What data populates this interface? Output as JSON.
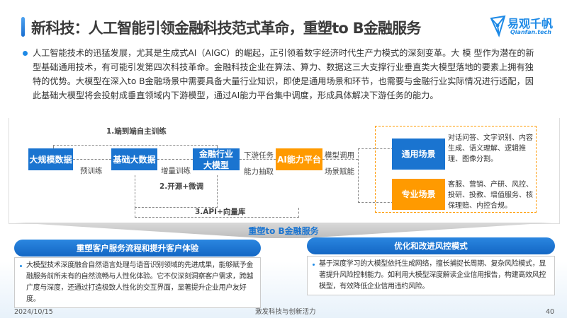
{
  "header": {
    "title": "新科技：人工智能引领金融科技范式革命，重塑to B金融服务",
    "logo_cn": "易观千帆",
    "logo_en": "Qianfan.tech"
  },
  "intro": "人工智能技术的迅猛发展，尤其是生成式AI（AIGC）的崛起，正引领着数字经济时代生产力模式的深刻变革。大 模 型作为潜在的新型基础通用技术，有可能引发第四次科技革命。金融科技企业在算法、算力、数据这三大支撑行业垂直类大模型落地的要素上拥有独特的优势。大模型在深入to  B金融场景中需要具备大量行业知识，即使是通用场景和环节，也需要与金融行业实际情况进行适配，因此基础大模型将会投射成垂直领域内下游模型，通过AI能力平台集中调度，形成具体解决下游任务的能力。",
  "diagram": {
    "nodes": {
      "data": "大规模数据",
      "base": "基础大数据",
      "fin": "金融行业大模型",
      "ai": "AI能力平台",
      "general": "通用场景",
      "special": "专业场景"
    },
    "edges": {
      "pretrain": "预训练",
      "incr": "增量训练",
      "down1": "下游任务",
      "down2": "能力抽取",
      "call1": "模型调用",
      "call2": "场景赋能"
    },
    "paths": {
      "p1": "1.端到端自主训练",
      "p2": "2.开源+微调",
      "p3": "3.API+向量库"
    },
    "general_desc": "对话问答、文字识别、内容生成、语义理解、逻辑推理、图像分割。",
    "special_desc": "客服、营销、产研、风控、投研、投教、增值服务、核保理赔、内控合规。"
  },
  "banner": "重塑to B金融服务",
  "cards": [
    {
      "title": "重塑客户服务流程和提升客户体验",
      "body": "大模型技术深度融合自然语言处理与语音识别领域的先进成果，能够赋予金融服务前所未有的自然流畅与人性化体验。它不仅深刻洞察客户需求，跨越广度与深度，还通过打造极致人性化的交互界面，显著提升企业用户友好度。"
    },
    {
      "title": "优化和改进风控模式",
      "body": "基于深度学习的大模型依托生成网络，擅长捕捉长周期、复杂风险模式，显著提升风险控制能力。如利用大模型深度解读企业信用报告，构建高效风控模型，有效降低企业信用违约风险。"
    }
  ],
  "footer": {
    "date": "2024/10/15",
    "center": "激发科技与创新活力",
    "page": "40"
  }
}
